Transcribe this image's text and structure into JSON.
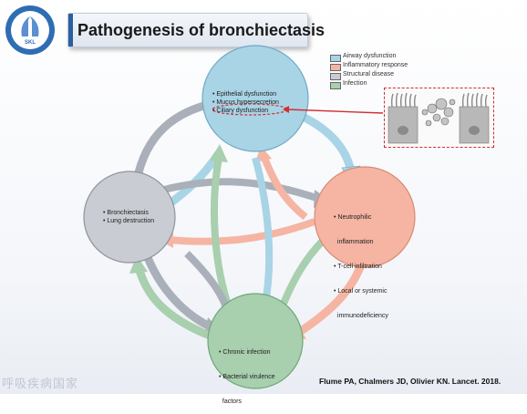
{
  "header": {
    "title": "Pathogenesis of bronchiectasis",
    "logo_text": "SKL"
  },
  "legend": [
    {
      "label": "Airway dysfunction",
      "color": "#a8d4e6"
    },
    {
      "label": "Inflammatory response",
      "color": "#f5b5a2"
    },
    {
      "label": "Structural disease",
      "color": "#c9ccd2"
    },
    {
      "label": "Infection",
      "color": "#a8cfae"
    }
  ],
  "nodes": {
    "airway": {
      "color": "#a8d4e6",
      "lines": [
        "• Epithelial dysfunction",
        "• Mucus hypersecretion",
        "• Ciliary dysfunction"
      ]
    },
    "bronchiectasis": {
      "color": "#c9ccd2",
      "lines": [
        "• Bronchiectasis",
        "• Lung destruction"
      ]
    },
    "inflammation": {
      "color": "#f5b5a2",
      "lines": [
        "• Neutrophilic",
        "  inflammation",
        "• T-cell infiltration",
        "• Local or systemic",
        "  immunodeficiency"
      ]
    },
    "infection": {
      "color": "#a8cfae",
      "lines": [
        "• Chronic infection",
        "• Bacterial virulence",
        "  factors"
      ]
    }
  },
  "citation": "Flume PA, Chalmers JD, Olivier KN. Lancet. 2018.",
  "footer_brand": "呼吸疾病国家"
}
